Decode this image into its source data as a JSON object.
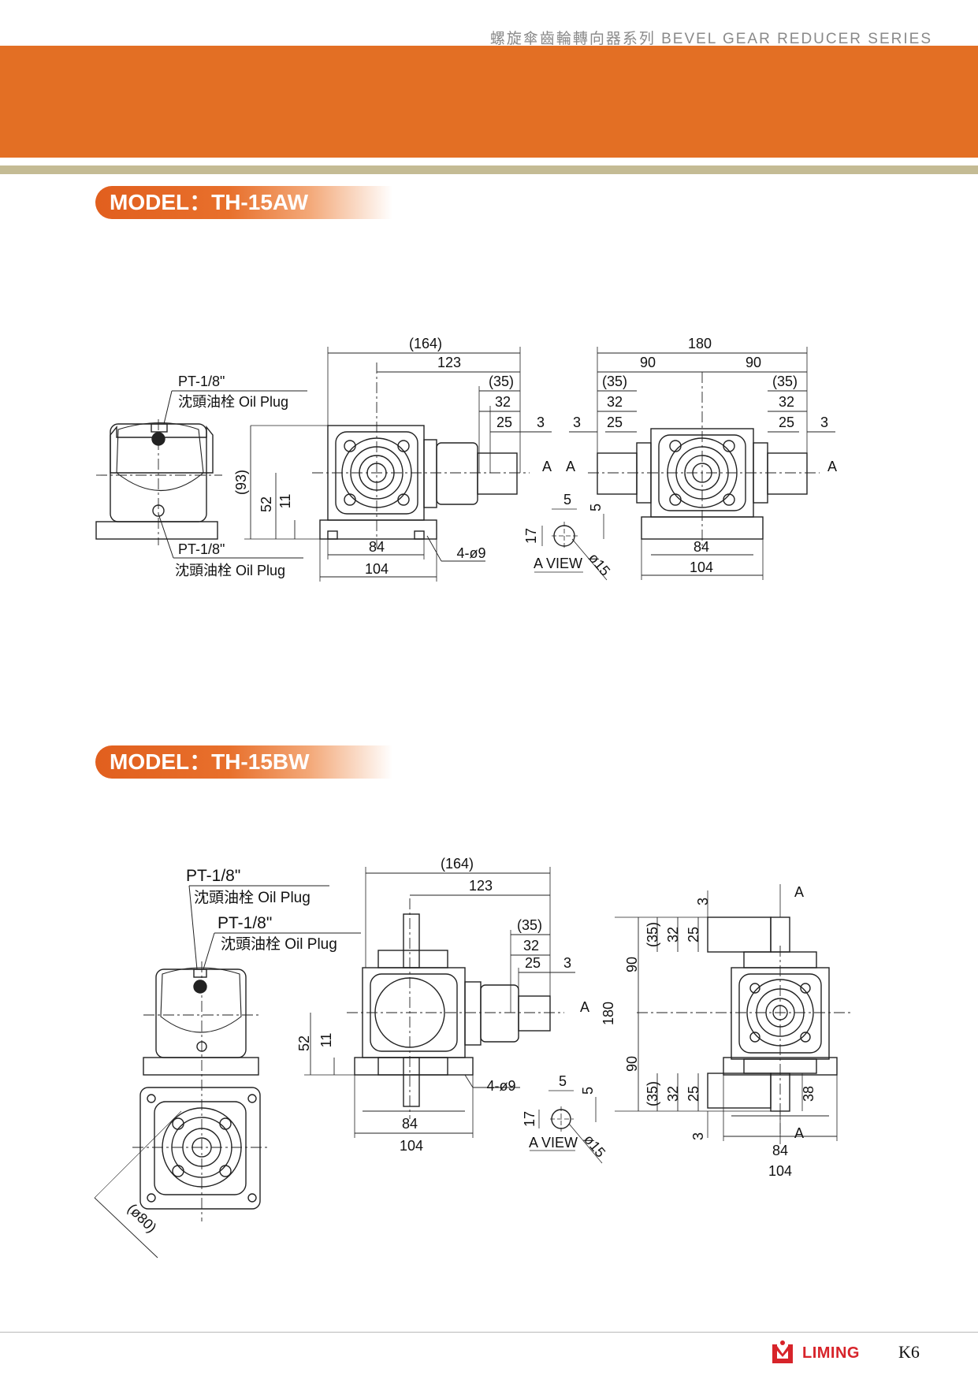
{
  "header": {
    "series_title": "螺旋傘齒輪轉向器系列 BEVEL GEAR REDUCER SERIES"
  },
  "colors": {
    "orange_band": "#e36f24",
    "tan_line": "#c4bb94",
    "logo_red": "#d7242a"
  },
  "model_a": {
    "title": "MODEL：TH-15AW",
    "oil_plug_code_top": "PT-1/8\"",
    "oil_plug_text_top": "沈頭油栓 Oil Plug",
    "oil_plug_code_bottom": "PT-1/8\"",
    "oil_plug_text_bottom": "沈頭油栓 Oil Plug",
    "dims": {
      "overall_length": "(164)",
      "centre_to_shaft_end": "123",
      "shaft_length": "(35)",
      "shaft_32": "32",
      "key_25": "25",
      "key_3": "3",
      "height_93": "(93)",
      "height_52": "52",
      "base_11": "11",
      "base_84": "84",
      "base_104": "104",
      "holes": "4-ø9",
      "arrow_a": "A",
      "view_label": "A VIEW",
      "view_5": "5",
      "view_5b": "5",
      "view_17": "17",
      "view_dia": "ø15",
      "front_180": "180",
      "front_90_left": "90",
      "front_90_right": "90",
      "front_35_left": "(35)",
      "front_35_right": "(35)",
      "front_32_left": "32",
      "front_32_right": "32",
      "front_25_left": "25",
      "front_25_right": "25",
      "front_3_left": "3",
      "front_3_right": "3",
      "front_84": "84",
      "front_104": "104"
    }
  },
  "model_b": {
    "title": "MODEL：TH-15BW",
    "oil_plug_code_1": "PT-1/8\"",
    "oil_plug_text_1": "沈頭油栓 Oil Plug",
    "oil_plug_code_2": "PT-1/8\"",
    "oil_plug_text_2": "沈頭油栓 Oil Plug",
    "dims": {
      "flange_dia": "(ø80)",
      "overall_length": "(164)",
      "centre_to_shaft_end": "123",
      "shaft_length": "(35)",
      "shaft_32": "32",
      "key_25": "25",
      "key_3": "3",
      "height_52": "52",
      "base_11": "11",
      "holes": "4-ø9",
      "base_84": "84",
      "base_104": "104",
      "arrow_a": "A",
      "view_label": "A VIEW",
      "view_5": "5",
      "view_5b": "5",
      "view_17": "17",
      "view_dia": "ø15",
      "side_3_top": "3",
      "side_35_top": "(35)",
      "side_32_top": "32",
      "side_25_top": "25",
      "side_90_top": "90",
      "side_180": "180",
      "side_90_bottom": "90",
      "side_35_bottom": "(35)",
      "side_32_bottom": "32",
      "side_25_bottom": "25",
      "side_38": "38",
      "side_3_bottom": "3",
      "side_84": "84",
      "side_104": "104",
      "side_a_top": "A",
      "side_a_bottom": "A"
    }
  },
  "footer": {
    "logo_text": "LIMING",
    "page_number": "K6"
  }
}
